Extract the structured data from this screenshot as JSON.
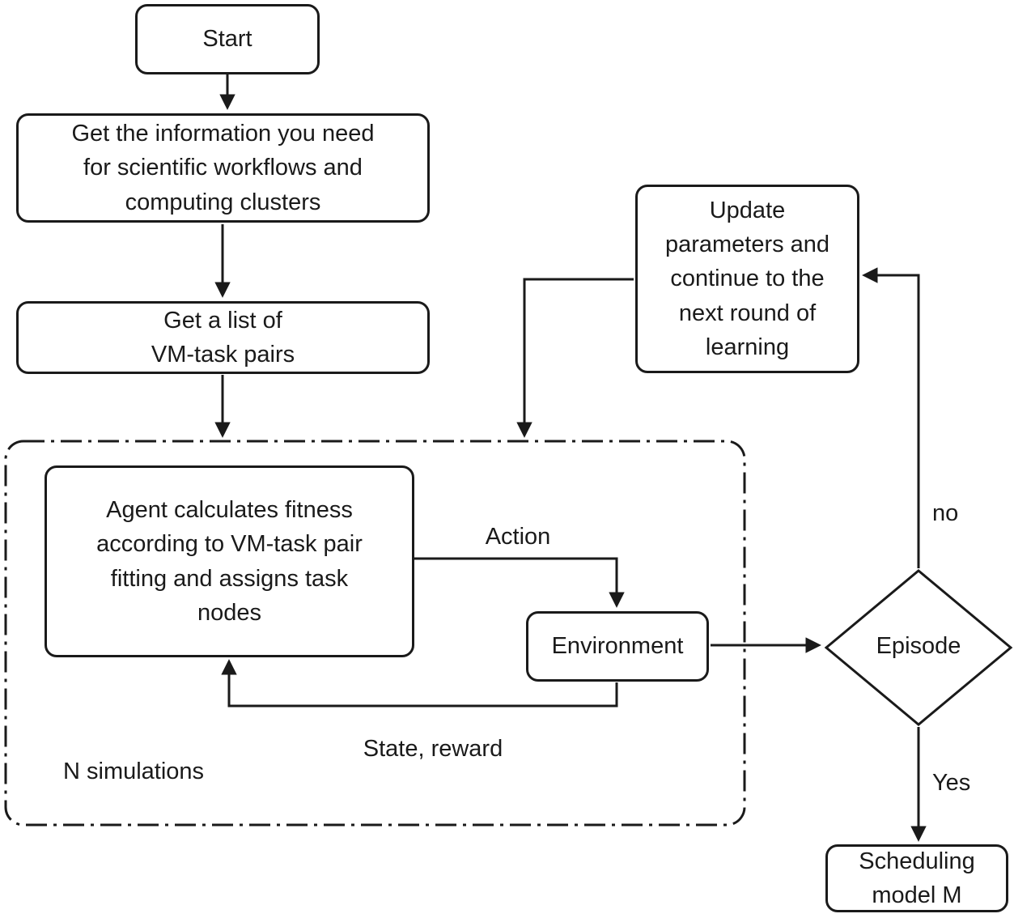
{
  "diagram": {
    "title": "Reinforcement-learning workflow scheduling flowchart",
    "colors": {
      "stroke": "#1a1a1a",
      "background": "#ffffff"
    },
    "nodes": {
      "start": {
        "label": "Start"
      },
      "get_info": {
        "label": "Get the information you need\nfor scientific workflows and\ncomputing clusters"
      },
      "vm_task_list": {
        "label": "Get a list of\nVM-task pairs"
      },
      "agent": {
        "label": "Agent calculates fitness\naccording to VM-task pair\nfitting and assigns task\nnodes"
      },
      "environment": {
        "label": "Environment"
      },
      "update": {
        "label": "Update\nparameters and\ncontinue to the\nnext round of\nlearning"
      },
      "episode": {
        "label": "Episode"
      },
      "scheduling": {
        "label": "Scheduling\nmodel M"
      }
    },
    "container": {
      "label": "N simulations"
    },
    "edge_labels": {
      "action": "Action",
      "state_reward": "State, reward",
      "no": "no",
      "yes": "Yes"
    }
  }
}
